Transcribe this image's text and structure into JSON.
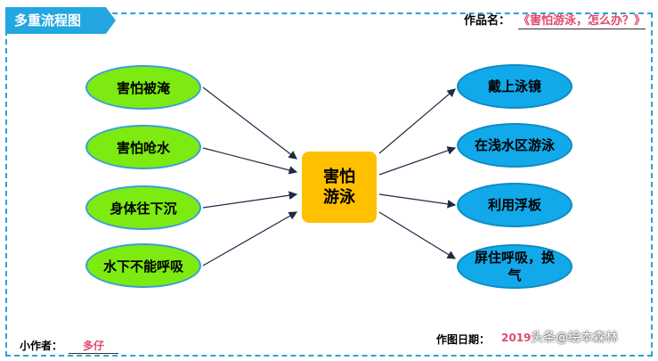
{
  "header": {
    "title": "多重流程图",
    "work_name_label": "作品名：",
    "work_name_value": "《害怕游泳，怎么办？》"
  },
  "center": {
    "line1": "害怕",
    "line2": "游泳"
  },
  "causes": [
    "害怕被淹",
    "害怕呛水",
    "身体往下沉",
    "水下不能呼吸"
  ],
  "solutions": [
    "戴上泳镜",
    "在浅水区游泳",
    "利用浮板",
    "屏住呼吸，换气"
  ],
  "footer": {
    "author_label": "小作者：",
    "author_value": "多仔",
    "date_label": "作图日期：",
    "date_value": "2019"
  },
  "watermark": "头条@绘本森林",
  "colors": {
    "accent": "#22a7e0",
    "cause_fill": "#7dea12",
    "solution_fill": "#12a9ea",
    "center_fill": "#ffc000",
    "highlight_text": "#e04a6a"
  }
}
